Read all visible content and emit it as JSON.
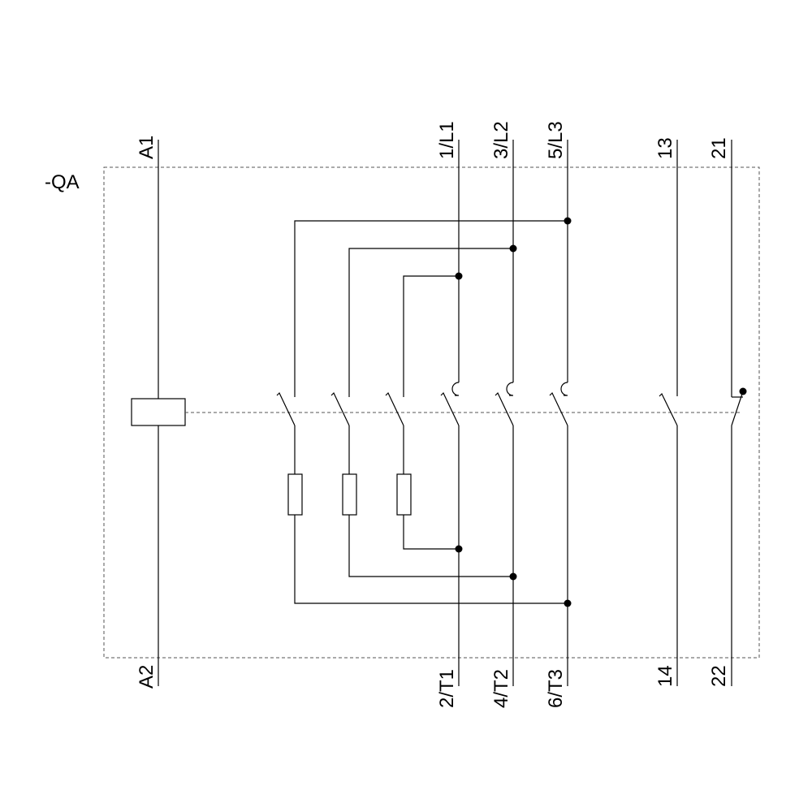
{
  "device_label": "-QA",
  "terminals": {
    "a1": "A1",
    "a2": "A2",
    "l1": "1/L1",
    "l2": "3/L2",
    "l3": "5/L3",
    "t1": "2/T1",
    "t2": "4/T2",
    "t3": "6/T3",
    "no_in": "13",
    "no_out": "14",
    "nc_in": "21",
    "nc_out": "22"
  }
}
